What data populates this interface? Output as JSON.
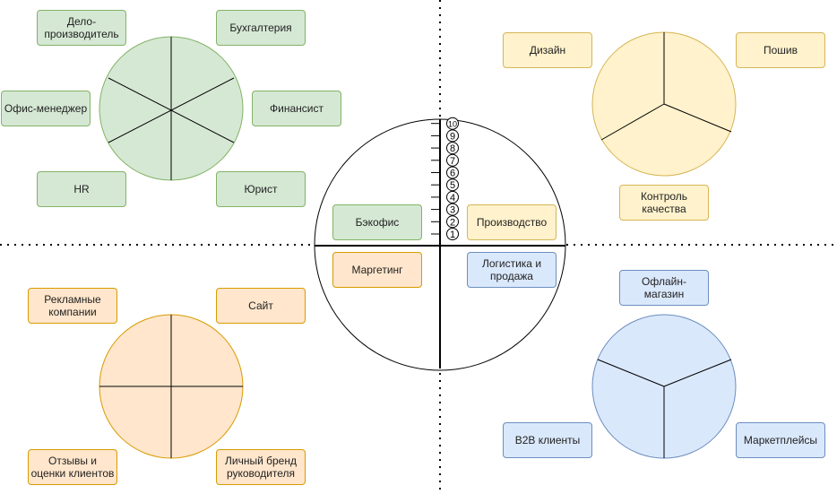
{
  "colors": {
    "green_fill": "#d5e8d4",
    "green_stroke": "#82b366",
    "yellow_fill": "#fff2cc",
    "yellow_stroke": "#d6b656",
    "orange_fill": "#ffe6cc",
    "orange_stroke": "#d79b00",
    "blue_fill": "#dae8fc",
    "blue_stroke": "#6c8ebf"
  },
  "scale_ticks": [
    "1",
    "2",
    "3",
    "4",
    "5",
    "6",
    "7",
    "8",
    "9",
    "10"
  ],
  "center": {
    "backoffice": "Бэкофис",
    "production": "Производство",
    "marketing": "Маргетинг",
    "logistics": "Логистика и продажа"
  },
  "backoffice_group": {
    "clerk": "Дело-производитель",
    "accounting": "Бухгалтерия",
    "office_manager": "Офис-менеджер",
    "financier": "Финансист",
    "hr": "HR",
    "lawyer": "Юрист"
  },
  "production_group": {
    "design": "Дизайн",
    "sewing": "Пошив",
    "quality": "Контроль качества"
  },
  "marketing_group": {
    "ad_campaigns": "Рекламные компании",
    "website": "Сайт",
    "reviews": "Отзывы и оценки клиентов",
    "personal_brand": "Личный бренд руководителя"
  },
  "sales_group": {
    "offline_store": "Офлайн-магазин",
    "b2b": "B2B клиенты",
    "marketplaces": "Маркетплейсы"
  }
}
